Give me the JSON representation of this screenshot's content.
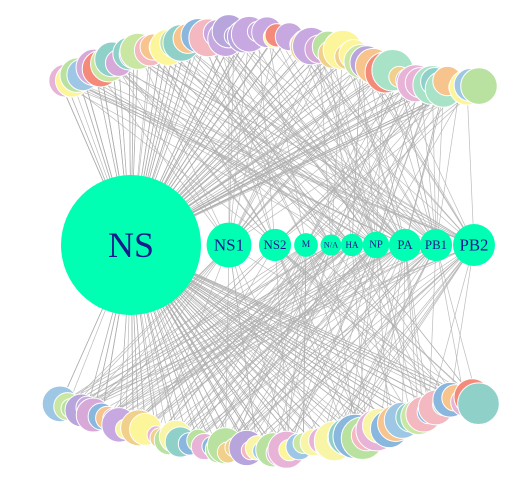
{
  "hubs": [
    {
      "label": "NS",
      "weight": 10.0
    },
    {
      "label": "NS1",
      "weight": 3.2
    },
    {
      "label": "NS2",
      "weight": 2.3
    },
    {
      "label": "M",
      "weight": 1.7
    },
    {
      "label": "N/A",
      "weight": 1.5
    },
    {
      "label": "HA",
      "weight": 1.6
    },
    {
      "label": "NP",
      "weight": 1.9
    },
    {
      "label": "PA",
      "weight": 2.3
    },
    {
      "label": "PB1",
      "weight": 2.3
    },
    {
      "label": "PB2",
      "weight": 3.0
    }
  ],
  "colors": {
    "hub": "#00ffb3",
    "hub_text": "#1a1a8c",
    "edge": "#b0b0b0",
    "peripheral_palette": [
      "#f9f5a7",
      "#a8e3c8",
      "#f4b8c0",
      "#b7a5dc",
      "#8fd0c8",
      "#c9e7a3",
      "#f7c48d",
      "#9ec7e5",
      "#d6a9d9",
      "#f48b7a",
      "#fdf59a",
      "#b9e2a1",
      "#e7b3d6",
      "#8ab7de",
      "#c8a8e0",
      "#f0d08a"
    ]
  }
}
